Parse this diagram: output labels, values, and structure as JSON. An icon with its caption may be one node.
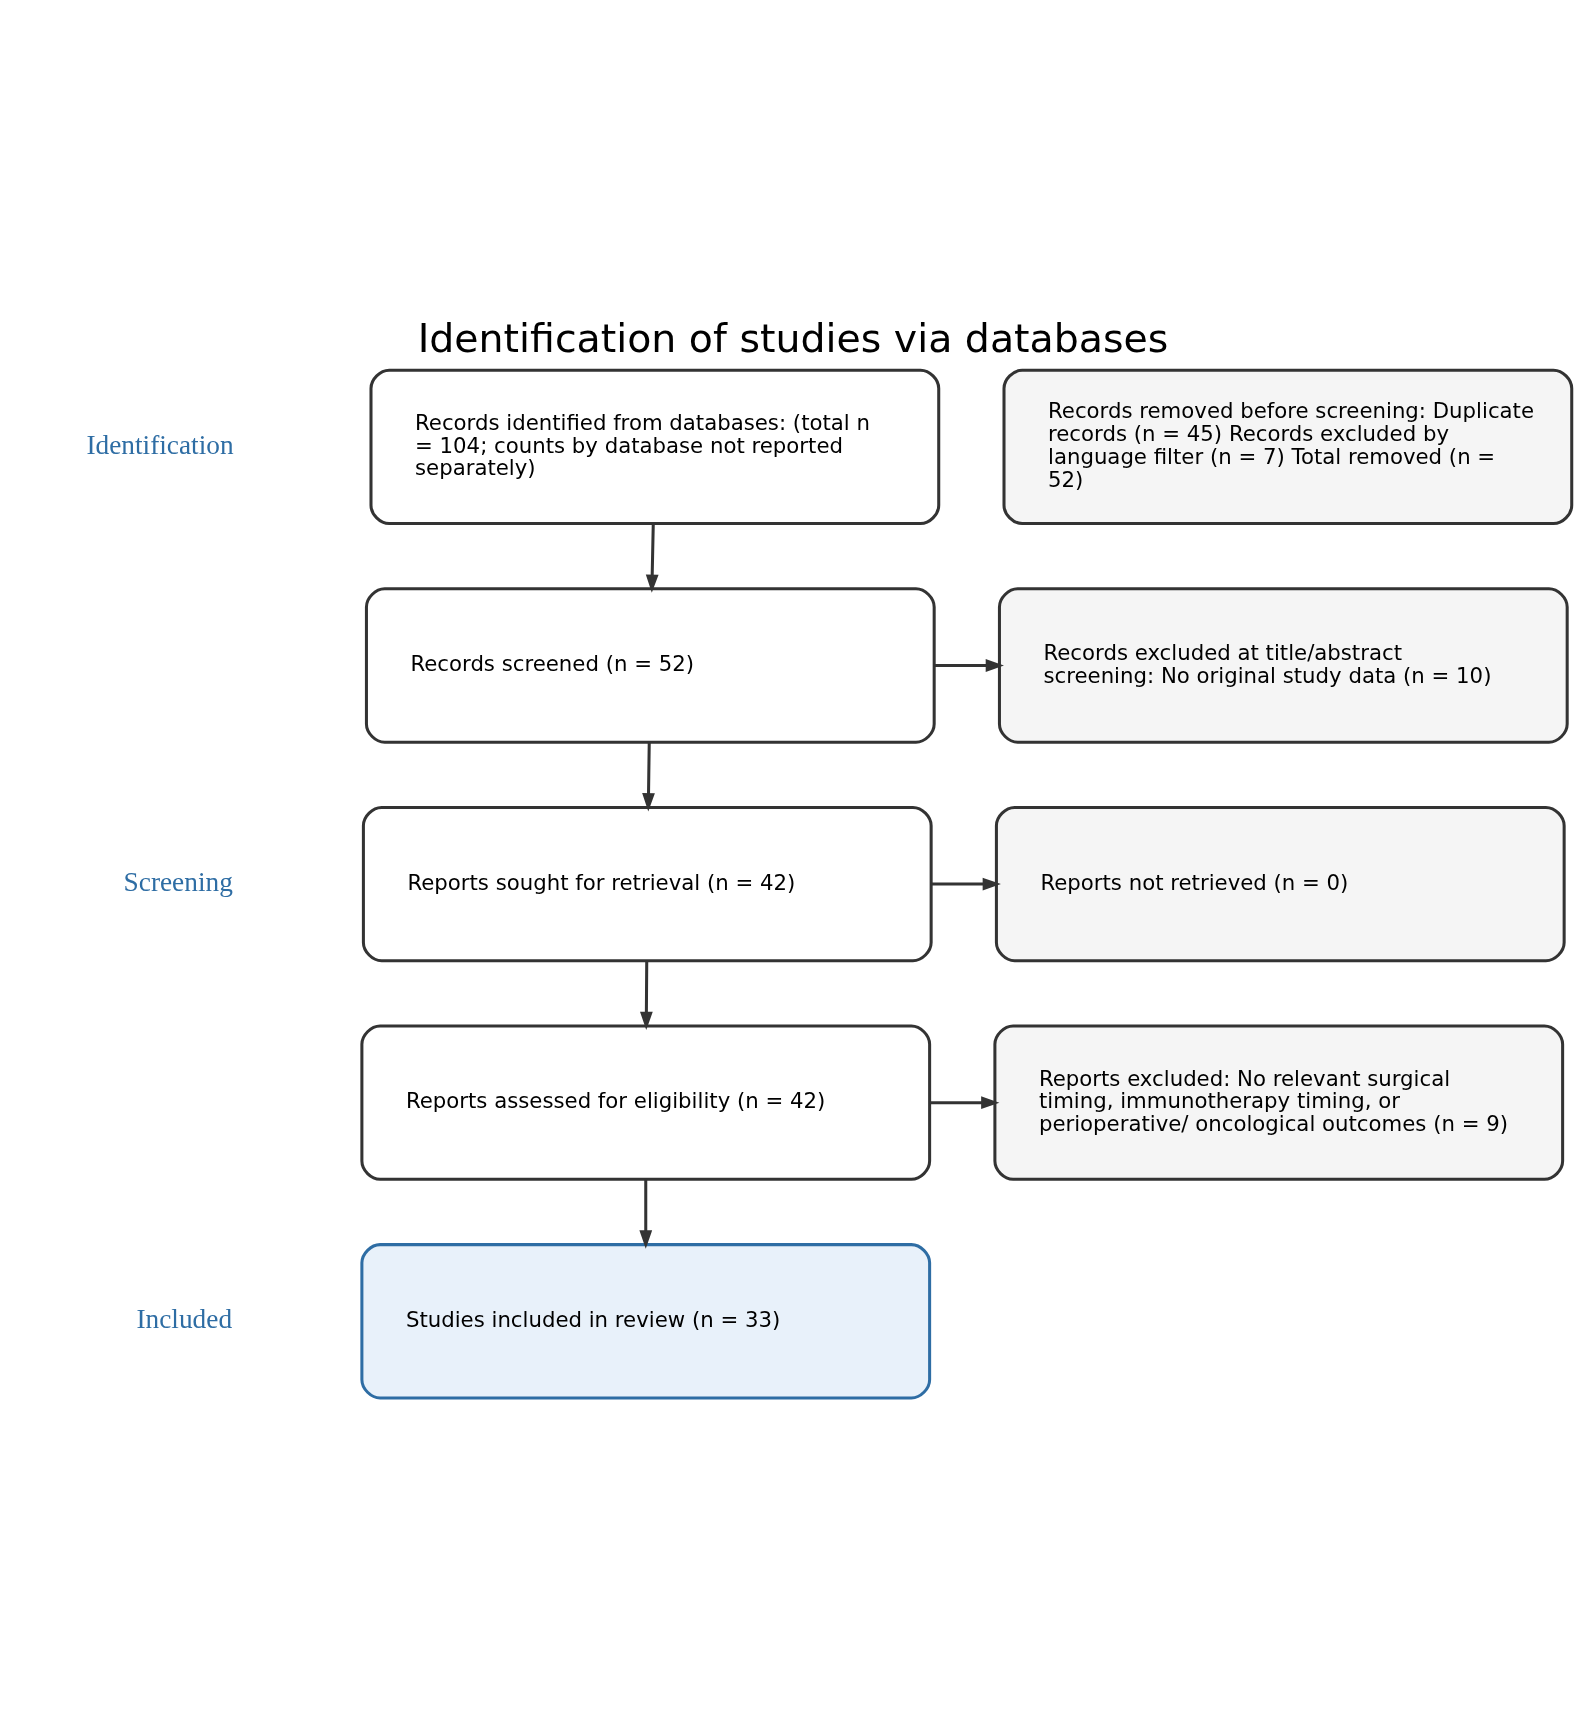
{
  "diagram": {
    "title": "Identification of studies via databases",
    "nodes": [
      {
        "text": [
          "Records identified from databases: (total n = 104; counts by database not reported separately)"
        ]
      },
      {
        "text": [
          "Records removed before screening: Duplicate records (n = 45) Records excluded by language filter (n = 7) Total removed (n = 52)"
        ]
      },
      {
        "text": [
          "Records screened (n = 52)"
        ]
      },
      {
        "text": [
          "Records excluded at title/abstract screening: No original study data (n = 10)"
        ]
      },
      {
        "text": [
          "Reports sought for retrieval (n = 42)"
        ]
      },
      {
        "text": [
          "Reports not retrieved (n = 0)"
        ]
      },
      {
        "text": [
          "Reports assessed for eligibility (n = 42)"
        ]
      },
      {
        "text": [
          "Reports excluded: No relevant surgical timing, immunotherapy timing, or perioperative/ oncological outcomes (n = 9)"
        ]
      },
      {
        "text": [
          "Studies included in review (n = 33)"
        ]
      }
    ],
    "edges": [
      {
        "from": 0,
        "to": 2,
        "arrow": "to"
      },
      {
        "from": 2,
        "to": 3,
        "arrow": "to"
      },
      {
        "from": 2,
        "to": 4,
        "arrow": "to"
      },
      {
        "from": 4,
        "to": 5,
        "arrow": "to"
      },
      {
        "from": 4,
        "to": 6,
        "arrow": "to"
      },
      {
        "from": 6,
        "to": 7,
        "arrow": "to"
      },
      {
        "from": 6,
        "to": 8,
        "arrow": "to"
      }
    ],
    "labels": [
      "Identification",
      "Screening",
      "Included"
    ]
  }
}
